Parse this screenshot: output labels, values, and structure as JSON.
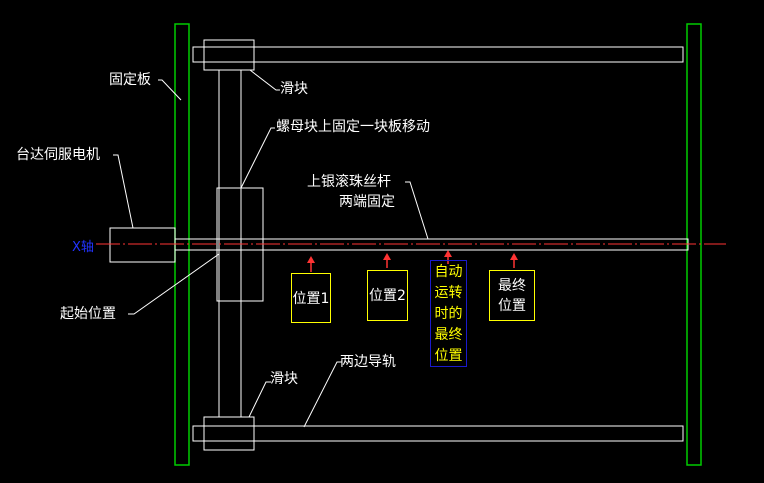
{
  "labels": {
    "fixed_plate": "固定板",
    "slider_top": "滑块",
    "nut_block": "螺母块上固定一块板移动",
    "servo_motor": "台达伺服电机",
    "ball_screw_line1": "上银滚珠丝杆",
    "ball_screw_line2": "两端固定",
    "x_axis": "X轴",
    "start_position": "起始位置",
    "slider_bottom": "滑块",
    "guide_rails": "两边导轨"
  },
  "positions": {
    "pos1": "位置1",
    "pos2": "位置2",
    "auto_final": [
      "自动",
      "运转",
      "时的",
      "最终",
      "位置"
    ],
    "final_line1": "最终",
    "final_line2": "位置"
  },
  "colors": {
    "background": "#000000",
    "frame_green": "#00cc00",
    "lines_white": "#ffffff",
    "axis_red": "#ff3333",
    "box_yellow": "#ffff00",
    "box_blue": "#1a1acc",
    "arrow_red": "#ff3333"
  }
}
